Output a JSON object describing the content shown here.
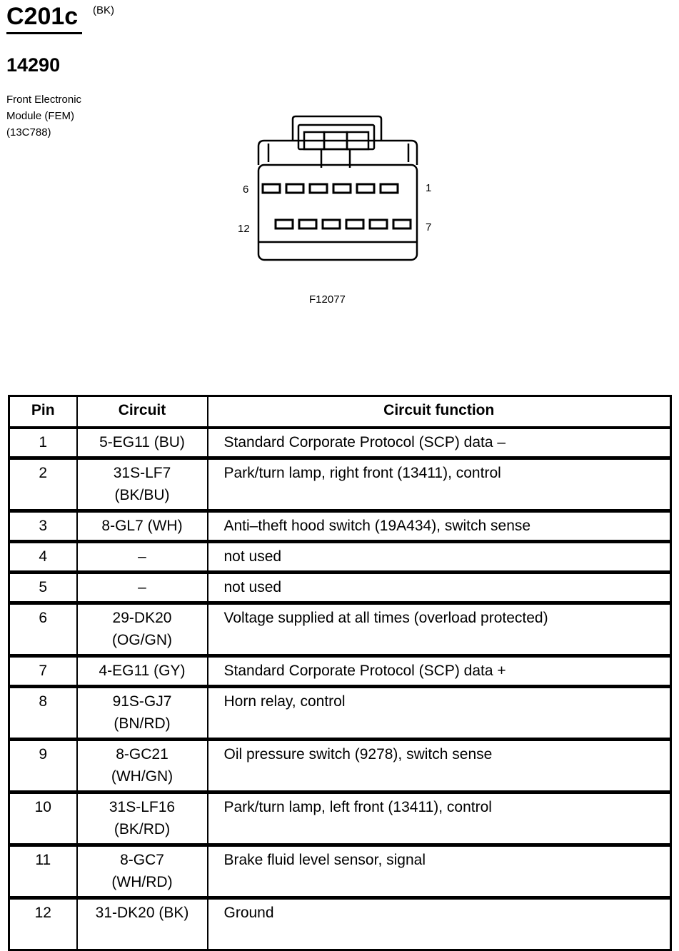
{
  "header": {
    "connector_id": "C201c",
    "connector_color": "(BK)",
    "part_number": "14290",
    "module_lines": [
      "Front Electronic",
      "Module (FEM)",
      "(13C788)"
    ]
  },
  "diagram": {
    "label_top_left": "6",
    "label_top_right": "1",
    "label_bottom_left": "12",
    "label_bottom_right": "7",
    "figure_id": "F12077"
  },
  "table": {
    "headers": [
      "Pin",
      "Circuit",
      "Circuit function"
    ],
    "rows": [
      {
        "pin": "1",
        "circuit": [
          "5-EG11 (BU)"
        ],
        "function": "Standard Corporate Protocol (SCP) data –"
      },
      {
        "pin": "2",
        "circuit": [
          "31S-LF7",
          "(BK/BU)"
        ],
        "function": "Park/turn lamp, right front (13411), control"
      },
      {
        "pin": "3",
        "circuit": [
          "8-GL7 (WH)"
        ],
        "function": "Anti–theft hood switch (19A434),  switch sense"
      },
      {
        "pin": "4",
        "circuit": [
          "–"
        ],
        "function": "not used"
      },
      {
        "pin": "5",
        "circuit": [
          "–"
        ],
        "function": "not used"
      },
      {
        "pin": "6",
        "circuit": [
          "29-DK20",
          "(OG/GN)"
        ],
        "function": "Voltage supplied at all times (overload protected)"
      },
      {
        "pin": "7",
        "circuit": [
          "4-EG11 (GY)"
        ],
        "function": "Standard Corporate Protocol (SCP) data +"
      },
      {
        "pin": "8",
        "circuit": [
          "91S-GJ7",
          "(BN/RD)"
        ],
        "function": "Horn relay, control"
      },
      {
        "pin": "9",
        "circuit": [
          "8-GC21",
          "(WH/GN)"
        ],
        "function": "Oil pressure switch (9278), switch sense"
      },
      {
        "pin": "10",
        "circuit": [
          "31S-LF16",
          "(BK/RD)"
        ],
        "function": "Park/turn lamp, left front (13411), control"
      },
      {
        "pin": "11",
        "circuit": [
          "8-GC7",
          "(WH/RD)"
        ],
        "function": "Brake fluid level sensor, signal"
      },
      {
        "pin": "12",
        "circuit": [
          "31-DK20 (BK)"
        ],
        "function": "Ground"
      }
    ]
  }
}
